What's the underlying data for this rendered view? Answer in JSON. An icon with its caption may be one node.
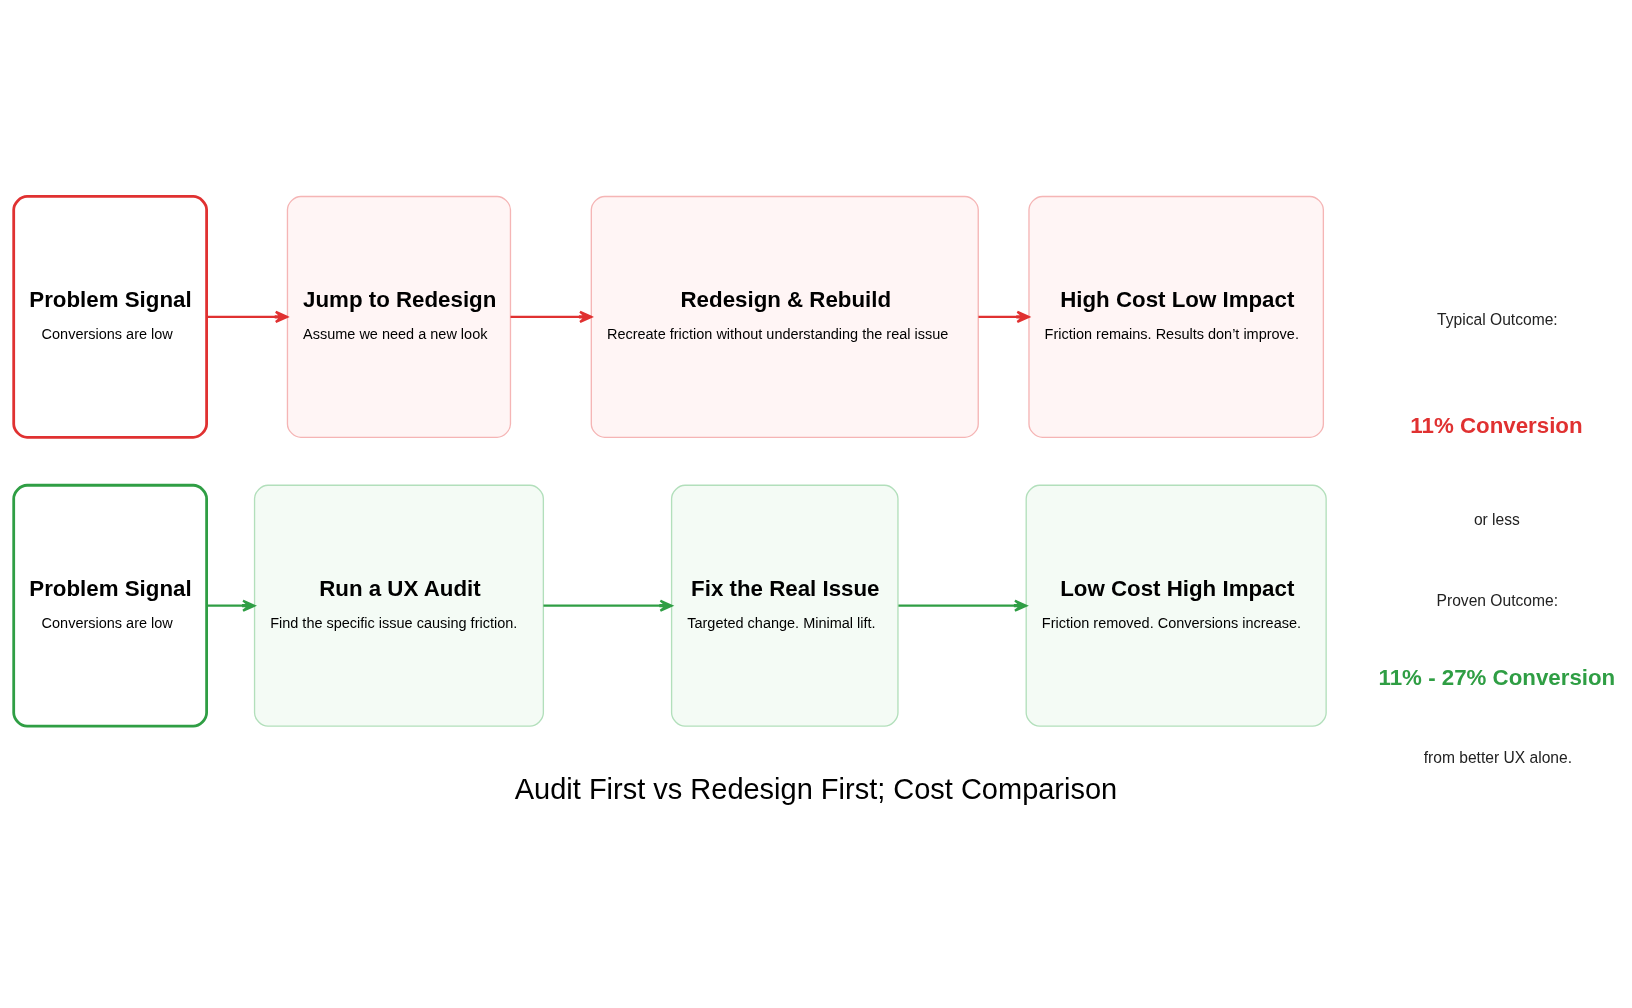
{
  "diagram": {
    "caption": "Audit First vs Redesign First; Cost Comparison",
    "nodes": [
      {
        "text": [
          "Problem Signal",
          "Conversions are low"
        ]
      },
      {
        "text": [
          "Jump to Redesign",
          "Assume we need a new look"
        ]
      },
      {
        "text": [
          "Redesign & Rebuild",
          "Recreate friction without understanding the real issue"
        ]
      },
      {
        "text": [
          "High Cost Low Impact",
          "Friction remains. Results don’t improve."
        ]
      },
      {
        "text": [
          "Problem Signal",
          "Conversions are low"
        ]
      },
      {
        "text": [
          "Run a UX Audit",
          "Find the specific issue causing friction."
        ]
      },
      {
        "text": [
          "Fix the Real Issue",
          "Targeted change. Minimal lift."
        ]
      },
      {
        "text": [
          "Low Cost High Impact",
          "Friction removed. Conversions increase."
        ]
      }
    ],
    "edges": [
      {
        "from": 0,
        "to": 1,
        "arrow": "to",
        "color": "#e03131"
      },
      {
        "from": 1,
        "to": 2,
        "arrow": "to",
        "color": "#e03131"
      },
      {
        "from": 2,
        "to": 3,
        "arrow": "to",
        "color": "#e03131"
      },
      {
        "from": 4,
        "to": 5,
        "arrow": "to",
        "color": "#2f9e44"
      },
      {
        "from": 5,
        "to": 6,
        "arrow": "to",
        "color": "#2f9e44"
      },
      {
        "from": 6,
        "to": 7,
        "arrow": "to",
        "color": "#2f9e44"
      }
    ],
    "labels": [
      "Typical Outcome:",
      "11% Conversion",
      "or less",
      "Proven Outcome:",
      "11% - 27% Conversion",
      "from better UX alone."
    ]
  }
}
